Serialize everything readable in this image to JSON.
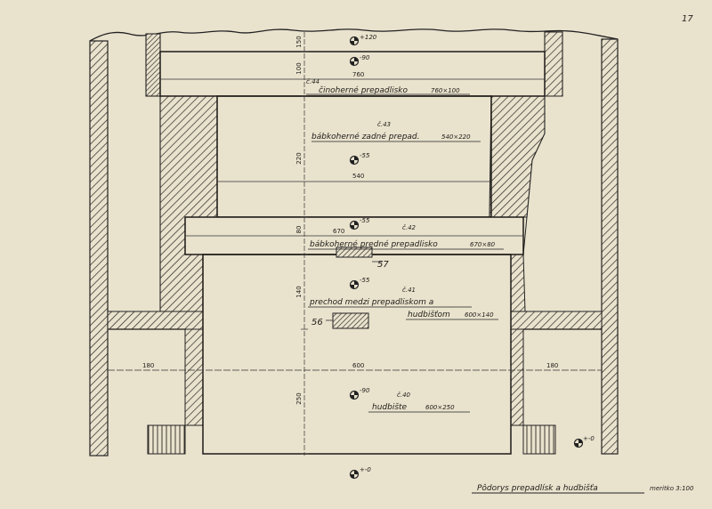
{
  "sheet": {
    "page_number": "17",
    "title": "Pôdorys prepadlísk a hudbišťa",
    "scale": "meritko 3:100"
  },
  "rooms": [
    {
      "number": "č.44",
      "name": "činoherné prepadlisko",
      "size": "760×100"
    },
    {
      "number": "č.43",
      "name": "bábkoherné zadné prepad.",
      "size": "540×220"
    },
    {
      "number": "č.42",
      "name": "bábkoherné predné prepadlisko",
      "size": "670×80"
    },
    {
      "number": "č.41",
      "name_line1": "prechod medzi prepadliskom a",
      "name_line2": "hudbišťom",
      "size": "600×140"
    },
    {
      "number": "č.40",
      "name": "hudbište",
      "size": "600×250"
    }
  ],
  "levels": {
    "top": "+120",
    "stage_44": "-90",
    "stage_43": "-55",
    "stage_42": "-55",
    "passage_41": "-55",
    "pit_40": "-90",
    "bottom": "+-0",
    "right": "+-0"
  },
  "dimensions": {
    "v150": "150",
    "v100": "100",
    "w760": "760",
    "v220": "220",
    "w540": "540",
    "v80": "80",
    "w670": "670",
    "v140": "140",
    "v250": "250",
    "w180_left": "180",
    "w600": "600",
    "w180_right": "180"
  },
  "markers": {
    "m57": "57",
    "m56": "56"
  }
}
